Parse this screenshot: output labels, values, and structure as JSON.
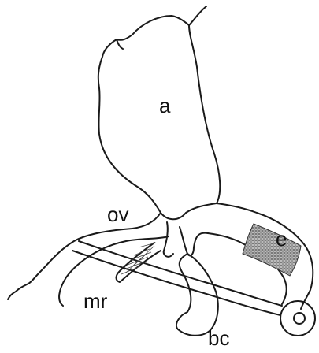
{
  "labels": {
    "a": "a",
    "ov": "ov",
    "e": "e",
    "mr": "mr",
    "bc": "bc"
  }
}
